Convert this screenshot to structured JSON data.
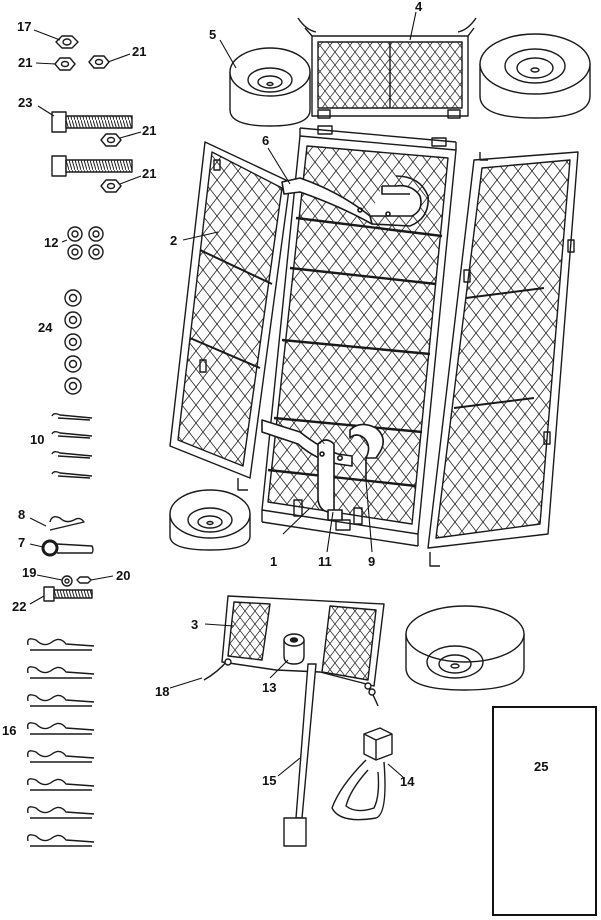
{
  "labels": {
    "l1": "1",
    "l2": "2",
    "l3": "3",
    "l4": "4",
    "l5": "5",
    "l6": "6",
    "l7": "7",
    "l8": "8",
    "l9": "9",
    "l10": "10",
    "l11": "11",
    "l12": "12",
    "l13": "13",
    "l14": "14",
    "l15": "15",
    "l16": "16",
    "l17": "17",
    "l18": "18",
    "l19": "19",
    "l20": "20",
    "l21a": "21",
    "l21b": "21",
    "l21c": "21",
    "l21d": "21",
    "l22": "22",
    "l23": "23",
    "l24": "24",
    "l25": "25"
  }
}
